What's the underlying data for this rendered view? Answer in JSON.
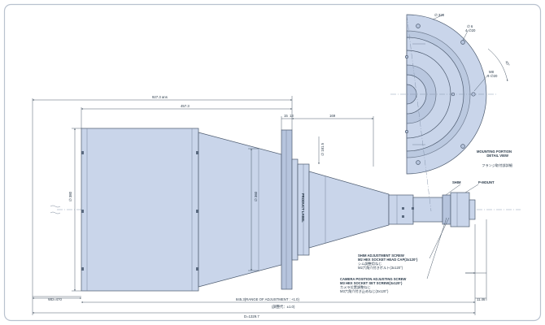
{
  "dimensions": {
    "total_length": "927.3 ans",
    "body_length": "457.3",
    "flange_thickness_a": "15",
    "flange_thickness_b": "13",
    "neck_length": "169",
    "neck_diameter": "∅ 181.5",
    "body_height": "∅ 380",
    "cone_diameter": "∅ 360",
    "wd_label": "WD=470",
    "adjustment_range": "845.3(RANGE OF ADJUSTMENT : +1.0)",
    "adjustment_range_jp": "(調整代：±1.0)",
    "overall": "D=1329.7",
    "end_gap": "11.46",
    "flange_diameter": "∅ 320",
    "hole_spec_a": "∅ 6",
    "hole_pcd_a": "4-∅20",
    "angle": "45°",
    "hole_spec_b": "M8",
    "hole_pcd_b": "4-∅20"
  },
  "labels": {
    "product_label": "PRODUCT LABEL",
    "shim": "SHIM",
    "p_mount": "P-MOUNT",
    "shim_screw_1": "SHIM ADJUSTMENT SCREW",
    "shim_screw_2": "M2 HEX SOCKET HEAD CAP(3x120°)",
    "shim_screw_3": "シム調整用ねじ",
    "shim_screw_4": "M2六角穴付きボルト(3x120°)",
    "cam_screw_1": "CAMERA POSITION ADJUSTING SCREW",
    "cam_screw_2": "M3 HEX SOCKET SET SCREW(3x120°)",
    "cam_screw_3": "カメラ位置調整ねじ",
    "cam_screw_4": "M3六角穴付き止めねじ(3x120°)",
    "mounting_1": "MOUNTING PORTION",
    "mounting_2": "DETAIL VIEW",
    "mounting_3": "フランジ取付部詳細"
  },
  "colors": {
    "background": "#ffffff",
    "frame": "#b9c2cf",
    "lens_body": "#c9d5ea",
    "lens_shadow": "#b6c4dd",
    "outline": "#4c5a6e",
    "dimension_line": "#3a4a5a"
  }
}
